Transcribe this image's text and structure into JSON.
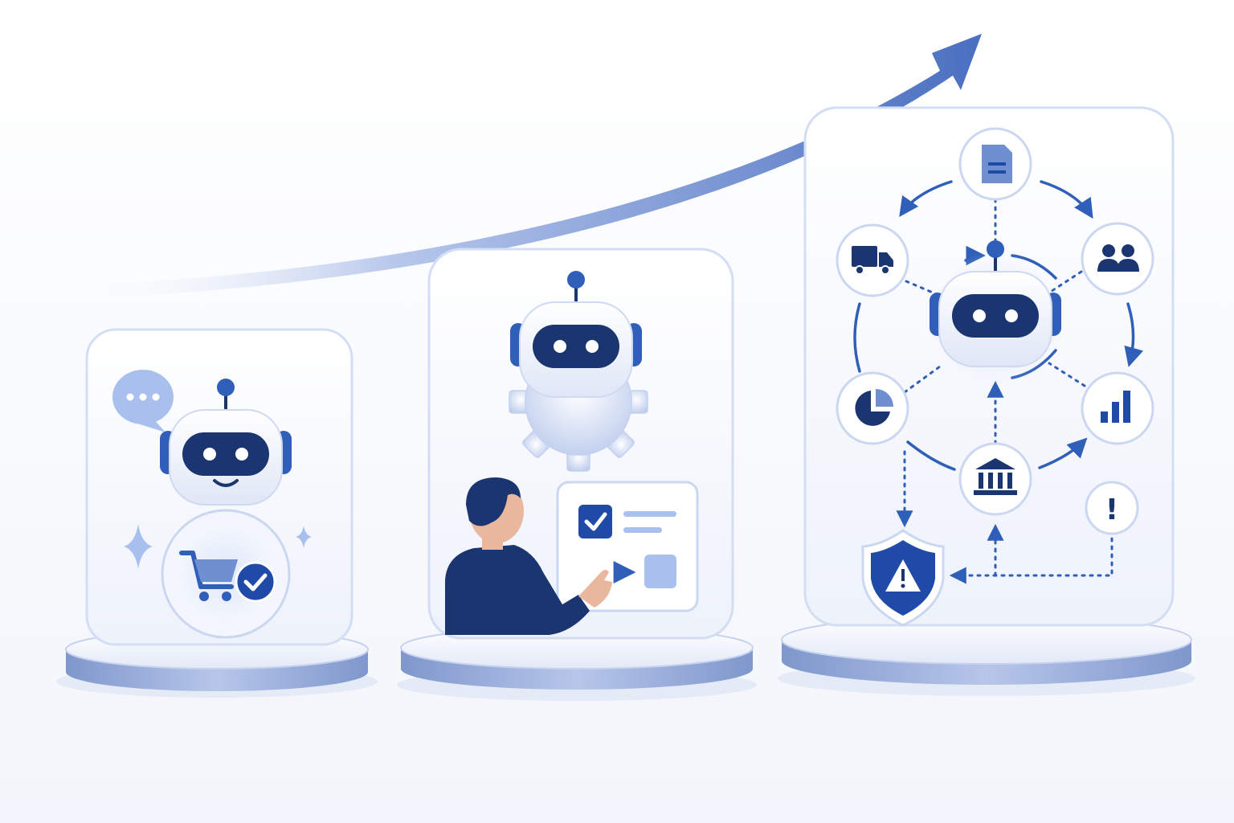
{
  "colors": {
    "navy": "#1b3570",
    "blue": "#2f5fb8",
    "mid_blue": "#6f8fd0",
    "light_blue": "#a9c0ee",
    "pale": "#e9eefa",
    "panel_stroke": "#d3ddf3",
    "background": "#f4f6fb",
    "skin": "#e8b79e"
  },
  "stages": [
    {
      "name": "stage-basic-assistant",
      "icons": [
        "chat-bubble-icon",
        "robot-icon",
        "shopping-cart-icon",
        "check-badge-icon",
        "sparkle-icon"
      ]
    },
    {
      "name": "stage-human-in-the-loop",
      "icons": [
        "robot-icon",
        "gear-icon",
        "person-icon",
        "checkbox-icon",
        "task-card-icon"
      ]
    },
    {
      "name": "stage-autonomous-network",
      "icons": [
        "robot-icon",
        "document-icon",
        "truck-icon",
        "users-icon",
        "pie-chart-icon",
        "bar-chart-icon",
        "bank-icon",
        "alert-icon",
        "shield-warning-icon"
      ]
    }
  ],
  "growth_arrow": {
    "direction": "up-right"
  },
  "alert_symbol": "!"
}
